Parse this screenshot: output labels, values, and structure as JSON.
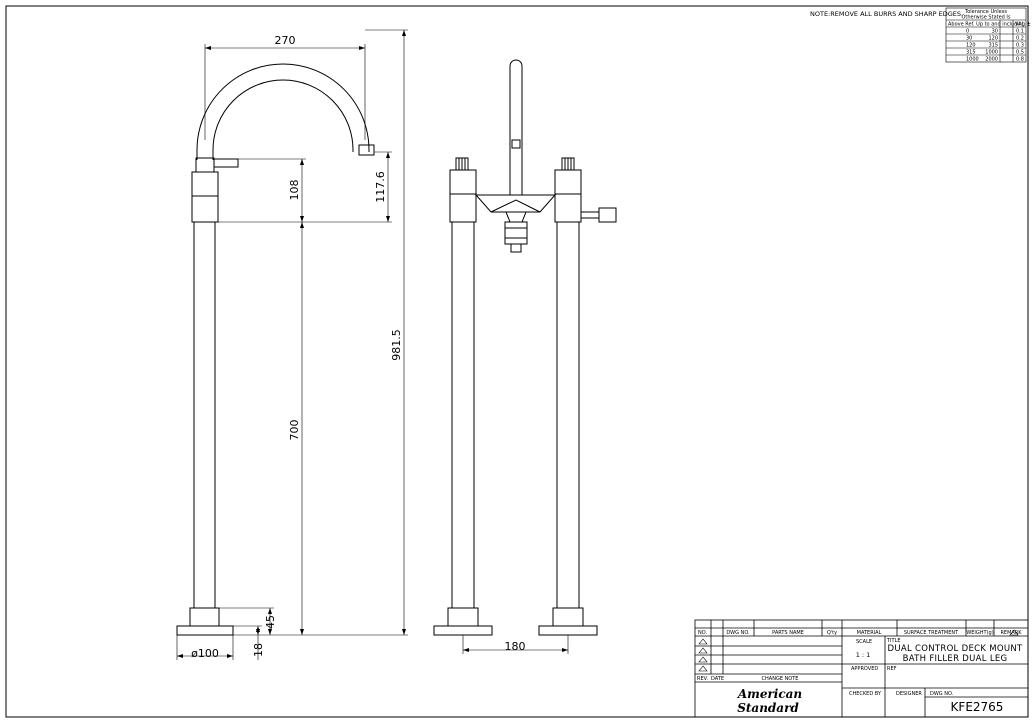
{
  "note": "NOTE:REMOVE ALL BURRS AND SHARP EDGES.",
  "tolerance": {
    "title1": "Tolerance Unless",
    "title2": "Otherwise Stated Is",
    "header": [
      "Above Ref. Up to and including ±",
      "VAL"
    ],
    "rows": [
      [
        "0",
        "30",
        "0.1"
      ],
      [
        "30",
        "120",
        "0.2"
      ],
      [
        "120",
        "315",
        "0.3"
      ],
      [
        "315",
        "1000",
        "0.5"
      ],
      [
        "1000",
        "2000",
        "0.8"
      ]
    ]
  },
  "dimensions": {
    "d270": "270",
    "d108": "108",
    "d117": "117.6",
    "d981": "981.5",
    "d700": "700",
    "d45": "45",
    "d18": "18",
    "d100": "ø100",
    "d180": "180"
  },
  "title_block": {
    "headers": [
      "NO.",
      "DWG NO.",
      "PARTS NAME",
      "Q'ty",
      "MATERIAL",
      "SURFACE TREATMENT",
      "WEIGHT(g)",
      "REMARK"
    ],
    "scale_label": "SCALE",
    "scale_value": "1 : 1",
    "title_label": "TITLE",
    "title_line1": "DUAL CONTROL DECK MOUNT",
    "title_line2": "BATH FILLER DUAL LEG",
    "approved_label": "APPROVED",
    "ref_label": "REF",
    "rev_label": "REV.",
    "date_label": "DATE",
    "change_note_label": "CHANGE NOTE",
    "checked_label": "CHECKED BY",
    "designer_label": "DESIGNER",
    "dwg_label": "DWG NO.",
    "dwg_value": "KFE2765",
    "logo_line1": "American",
    "logo_line2": "Standard"
  }
}
